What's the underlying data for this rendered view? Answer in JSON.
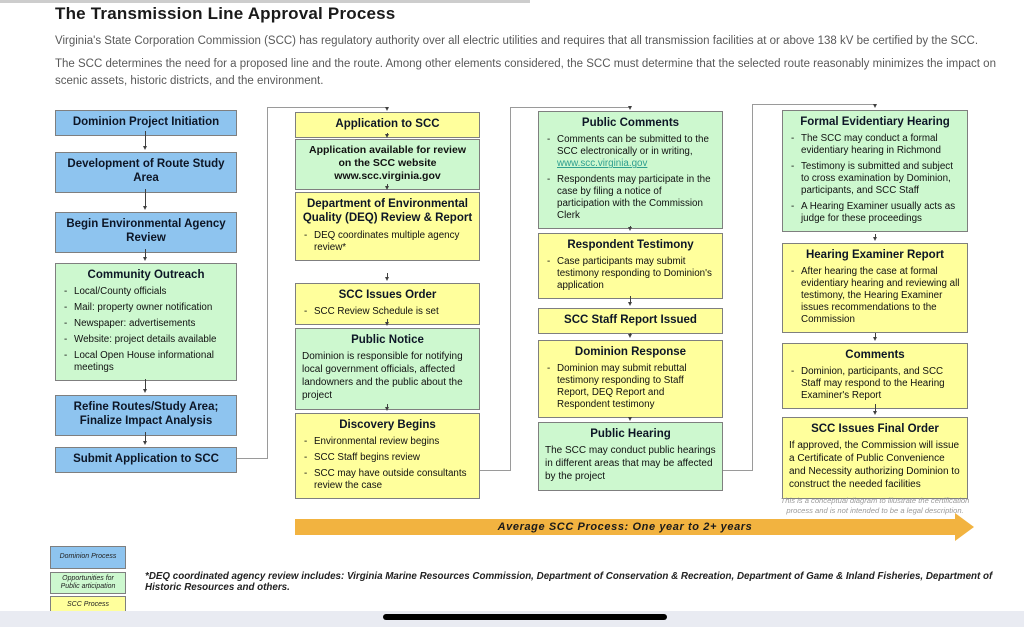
{
  "page": {
    "title": "The Transmission Line Approval Process",
    "intro1": "Virginia's State Corporation Commission (SCC) has regulatory authority over all electric utilities and requires that all transmission facilities at or above 138 kV be certified by the SCC.",
    "intro2": "The SCC determines the need for a proposed line and the route.  Among other elements considered, the SCC must determine that the selected route reasonably minimizes the impact on scenic assets, historic districts, and the environment."
  },
  "colors": {
    "dominion_blue": "#8ec4ef",
    "public_green": "#cdf8cf",
    "scc_yellow": "#ffff9c",
    "arrow_orange": "#f2b340",
    "link_teal": "#2e9e8f"
  },
  "flow": {
    "columns": [
      {
        "boxes": [
          {
            "type": "blue",
            "title": "Dominion Project Initiation"
          },
          {
            "type": "blue",
            "title": "Development of Route Study Area"
          },
          {
            "type": "blue",
            "title": "Begin Environmental Agency Review"
          },
          {
            "type": "green",
            "title": "Community Outreach",
            "items": [
              "Local/County officials",
              "Mail: property owner notification",
              "Newspaper: advertisements",
              "Website: project details available",
              "Local Open House informational meetings"
            ]
          },
          {
            "type": "blue",
            "title": "Refine Routes/Study Area; Finalize Impact Analysis"
          },
          {
            "type": "blue",
            "title": "Submit Application to SCC"
          }
        ]
      },
      {
        "boxes": [
          {
            "type": "yellow",
            "title": "Application to SCC"
          },
          {
            "type": "green",
            "title": "Application available for review on the SCC website www.scc.virginia.gov"
          },
          {
            "type": "yellow",
            "title": "Department of Environmental Quality (DEQ) Review & Report",
            "items": [
              "DEQ coordinates multiple agency review*"
            ]
          },
          {
            "type": "yellow",
            "title": "SCC Issues Order",
            "items": [
              "SCC Review Schedule is set"
            ]
          },
          {
            "type": "green",
            "title": "Public Notice",
            "body": "Dominion is responsible for notifying local government officials, affected landowners and the public about the project"
          },
          {
            "type": "yellow",
            "title": "Discovery Begins",
            "items": [
              "Environmental review begins",
              "SCC Staff begins review",
              "SCC may have outside consultants review the case"
            ]
          }
        ]
      },
      {
        "boxes": [
          {
            "type": "green",
            "title": "Public Comments",
            "items": [
              "Comments can be submitted to the SCC electronically or in writing,",
              "Respondents may participate in the case by filing a notice of participation with the Commission Clerk"
            ],
            "link": "www.scc.virginia.gov"
          },
          {
            "type": "yellow",
            "title": "Respondent Testimony",
            "items": [
              "Case participants may submit testimony responding to Dominion's application"
            ]
          },
          {
            "type": "yellow",
            "title": "SCC Staff Report Issued"
          },
          {
            "type": "yellow",
            "title": "Dominion Response",
            "items": [
              "Dominion may submit rebuttal testimony responding to Staff Report, DEQ Report and Respondent testimony"
            ]
          },
          {
            "type": "green",
            "title": "Public Hearing",
            "body": "The SCC may conduct public hearings in different areas that may be affected by the project"
          }
        ]
      },
      {
        "boxes": [
          {
            "type": "green",
            "title": "Formal Evidentiary Hearing",
            "items": [
              "The SCC may conduct a formal evidentiary hearing in Richmond",
              "Testimony is submitted and subject to cross examination by Dominion, participants, and SCC Staff",
              "A Hearing Examiner usually acts as judge for these proceedings"
            ]
          },
          {
            "type": "yellow",
            "title": "Hearing Examiner Report",
            "items": [
              "After hearing the case at formal evidentiary hearing and reviewing all testimony, the Hearing Examiner issues recommendations to the Commission"
            ]
          },
          {
            "type": "yellow",
            "title": "Comments",
            "items": [
              "Dominion, participants, and SCC Staff may respond to the Hearing Examiner's Report"
            ]
          },
          {
            "type": "yellow",
            "title": "SCC Issues Final Order",
            "body": "If approved, the Commission will issue a Certificate of Public Convenience and Necessity authorizing Dominion to construct the needed facilities"
          }
        ]
      }
    ]
  },
  "timeline": {
    "label": "Average SCC Process:  One year to 2+ years"
  },
  "legend": {
    "items": [
      {
        "label": "Dominion Process",
        "color": "#8ec4ef"
      },
      {
        "label": "Opportunities for Public articipation",
        "color": "#cdf8cf"
      },
      {
        "label": "SCC Process",
        "color": "#ffff9c"
      }
    ]
  },
  "footnote": "*DEQ coordinated agency review includes: Virginia Marine Resources Commission, Department of Conservation & Recreation, Department of Game & Inland Fisheries, Department of Historic Resources and others.",
  "disclaimer": "This is a conceptual diagram to illustrate the certification process and is not intended to be a legal description."
}
